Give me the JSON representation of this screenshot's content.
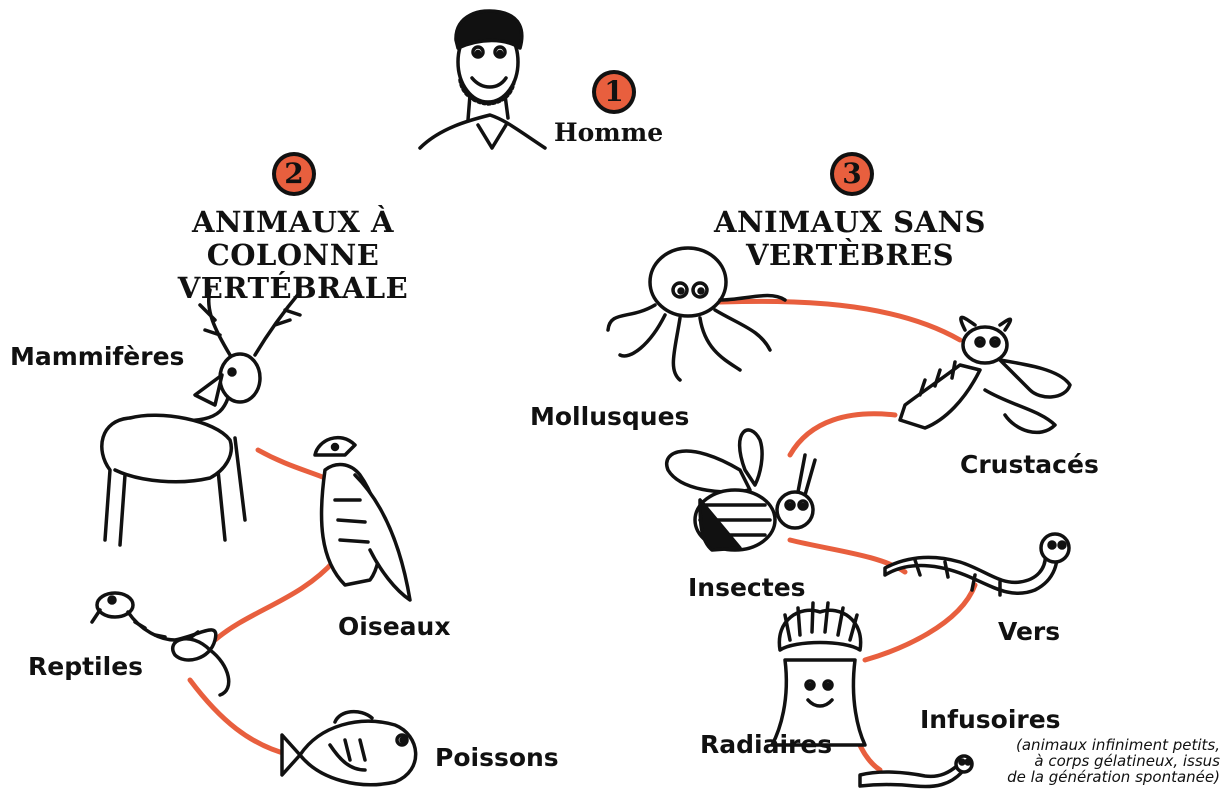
{
  "colors": {
    "accent": "#e85f3e",
    "ink": "#111111"
  },
  "top": {
    "number": "1",
    "title": "Homme",
    "icon": "man-portrait-icon"
  },
  "left": {
    "number": "2",
    "title_line1": "ANIMAUX À",
    "title_line2": "COLONNE VERTÉBRALE",
    "nodes": {
      "mammiferes": {
        "label": "Mammifères",
        "icon": "deer-icon"
      },
      "oiseaux": {
        "label": "Oiseaux",
        "icon": "eagle-icon"
      },
      "reptiles": {
        "label": "Reptiles",
        "icon": "snake-icon"
      },
      "poissons": {
        "label": "Poissons",
        "icon": "fish-icon"
      }
    }
  },
  "right": {
    "number": "3",
    "title_line1": "ANIMAUX SANS",
    "title_line2": "VERTÈBRES",
    "nodes": {
      "mollusques": {
        "label": "Mollusques",
        "icon": "octopus-icon"
      },
      "crustaces": {
        "label": "Crustacés",
        "icon": "lobster-icon"
      },
      "insectes": {
        "label": "Insectes",
        "icon": "bee-icon"
      },
      "vers": {
        "label": "Vers",
        "icon": "worm-icon"
      },
      "radiaires": {
        "label": "Radiaires",
        "icon": "sea-anemone-icon"
      },
      "infusoires": {
        "label": "Infusoires",
        "icon": "small-worm-icon",
        "note_line1": "(animaux infiniment petits,",
        "note_line2": "à corps gélatineux, issus",
        "note_line3": "de la génération spontanée)"
      }
    }
  }
}
